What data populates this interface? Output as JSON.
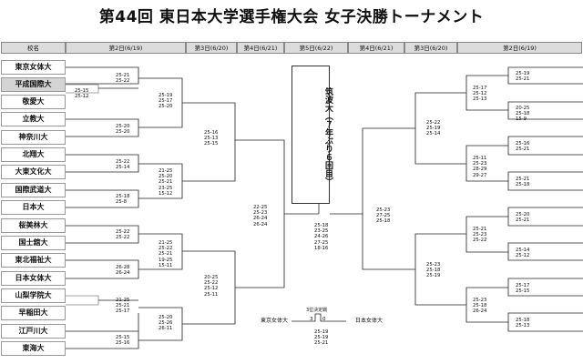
{
  "title": "第44回 東日本大学選手権大会 女子決勝トーナメント",
  "header": {
    "school": "校名",
    "rounds_left": [
      "第2日(6/19)",
      "第3日(6/20)",
      "第4日(6/21)"
    ],
    "center": "第5日(6/22)",
    "rounds_right": [
      "第4日(6/21)",
      "第3日(6/20)",
      "第2日(6/19)"
    ]
  },
  "teams": [
    "東京女体大",
    "平成国際大",
    "敬愛大",
    "立教大",
    "神奈川大",
    "北翔大",
    "大東文化大",
    "国際武道大",
    "日本大",
    "桜美林大",
    "国士舘大",
    "東北福祉大",
    "日本女体大",
    "山梨学院大",
    "早稲田大",
    "江戸川大",
    "東海大"
  ],
  "champion": "筑波大（７年ぶり６回目）",
  "scores_left": {
    "r1_a": "25-21\n25-22",
    "r1_pre": "25-15\n25-12",
    "r2_a": "25-19\n25-17\n25-20",
    "r1_b": "25-20\n25-20",
    "r3_a": "25-16\n25-13\n25-15",
    "r1_c": "25-22\n25-14",
    "r2_b": "21-25\n25-20\n25-21\n23-25\n15-12",
    "r1_d": "25-18\n25-8",
    "r4": "22-25\n25-23\n26-24\n26-24",
    "r1_e": "25-22\n25-22",
    "r2_c": "21-25\n25-22\n25-21\n19-25\n15-11",
    "r1_f": "26-28\n26-24",
    "r3_b": "20-25\n25-22\n25-12\n25-11",
    "r1_pre2": "21-25\n25-21\n25-17",
    "r1_g": "25-20\n25-26\n26-11",
    "r1_h": "25-15\n25-16"
  },
  "scores_right": {
    "r1_a": "25-19\n25-21",
    "r2_a": "25-17\n25-12\n25-13",
    "r1_b": "20-25\n25-18\n15-9",
    "r3_a": "25-22\n25-19\n25-14",
    "r1_c": "25-16\n25-21",
    "r2_b": "25-11\n25-23\n28-29\n29-27",
    "r1_d": "25-21\n25-18",
    "r4": "25-23\n27-25\n25-18",
    "r1_e": "25-20\n25-21",
    "r2_c": "25-21\n25-23\n25-22",
    "r1_f": "25-14\n25-12",
    "r3_b": "25-23\n25-18\n25-19",
    "r1_g": "25-17\n25-15",
    "r2_d": "25-23\n25-18\n26-24",
    "r1_h": "25-18\n25-13"
  },
  "final_scores": "25-18\n23-25\n24-26\n27-25\n18-16",
  "third_place": {
    "label": "3位決定戦",
    "left_team": "東京女体大",
    "right_team": "日本女体大",
    "score_left": "3",
    "score_right": "0",
    "sets": "25-19\n25-19\n25-21"
  }
}
